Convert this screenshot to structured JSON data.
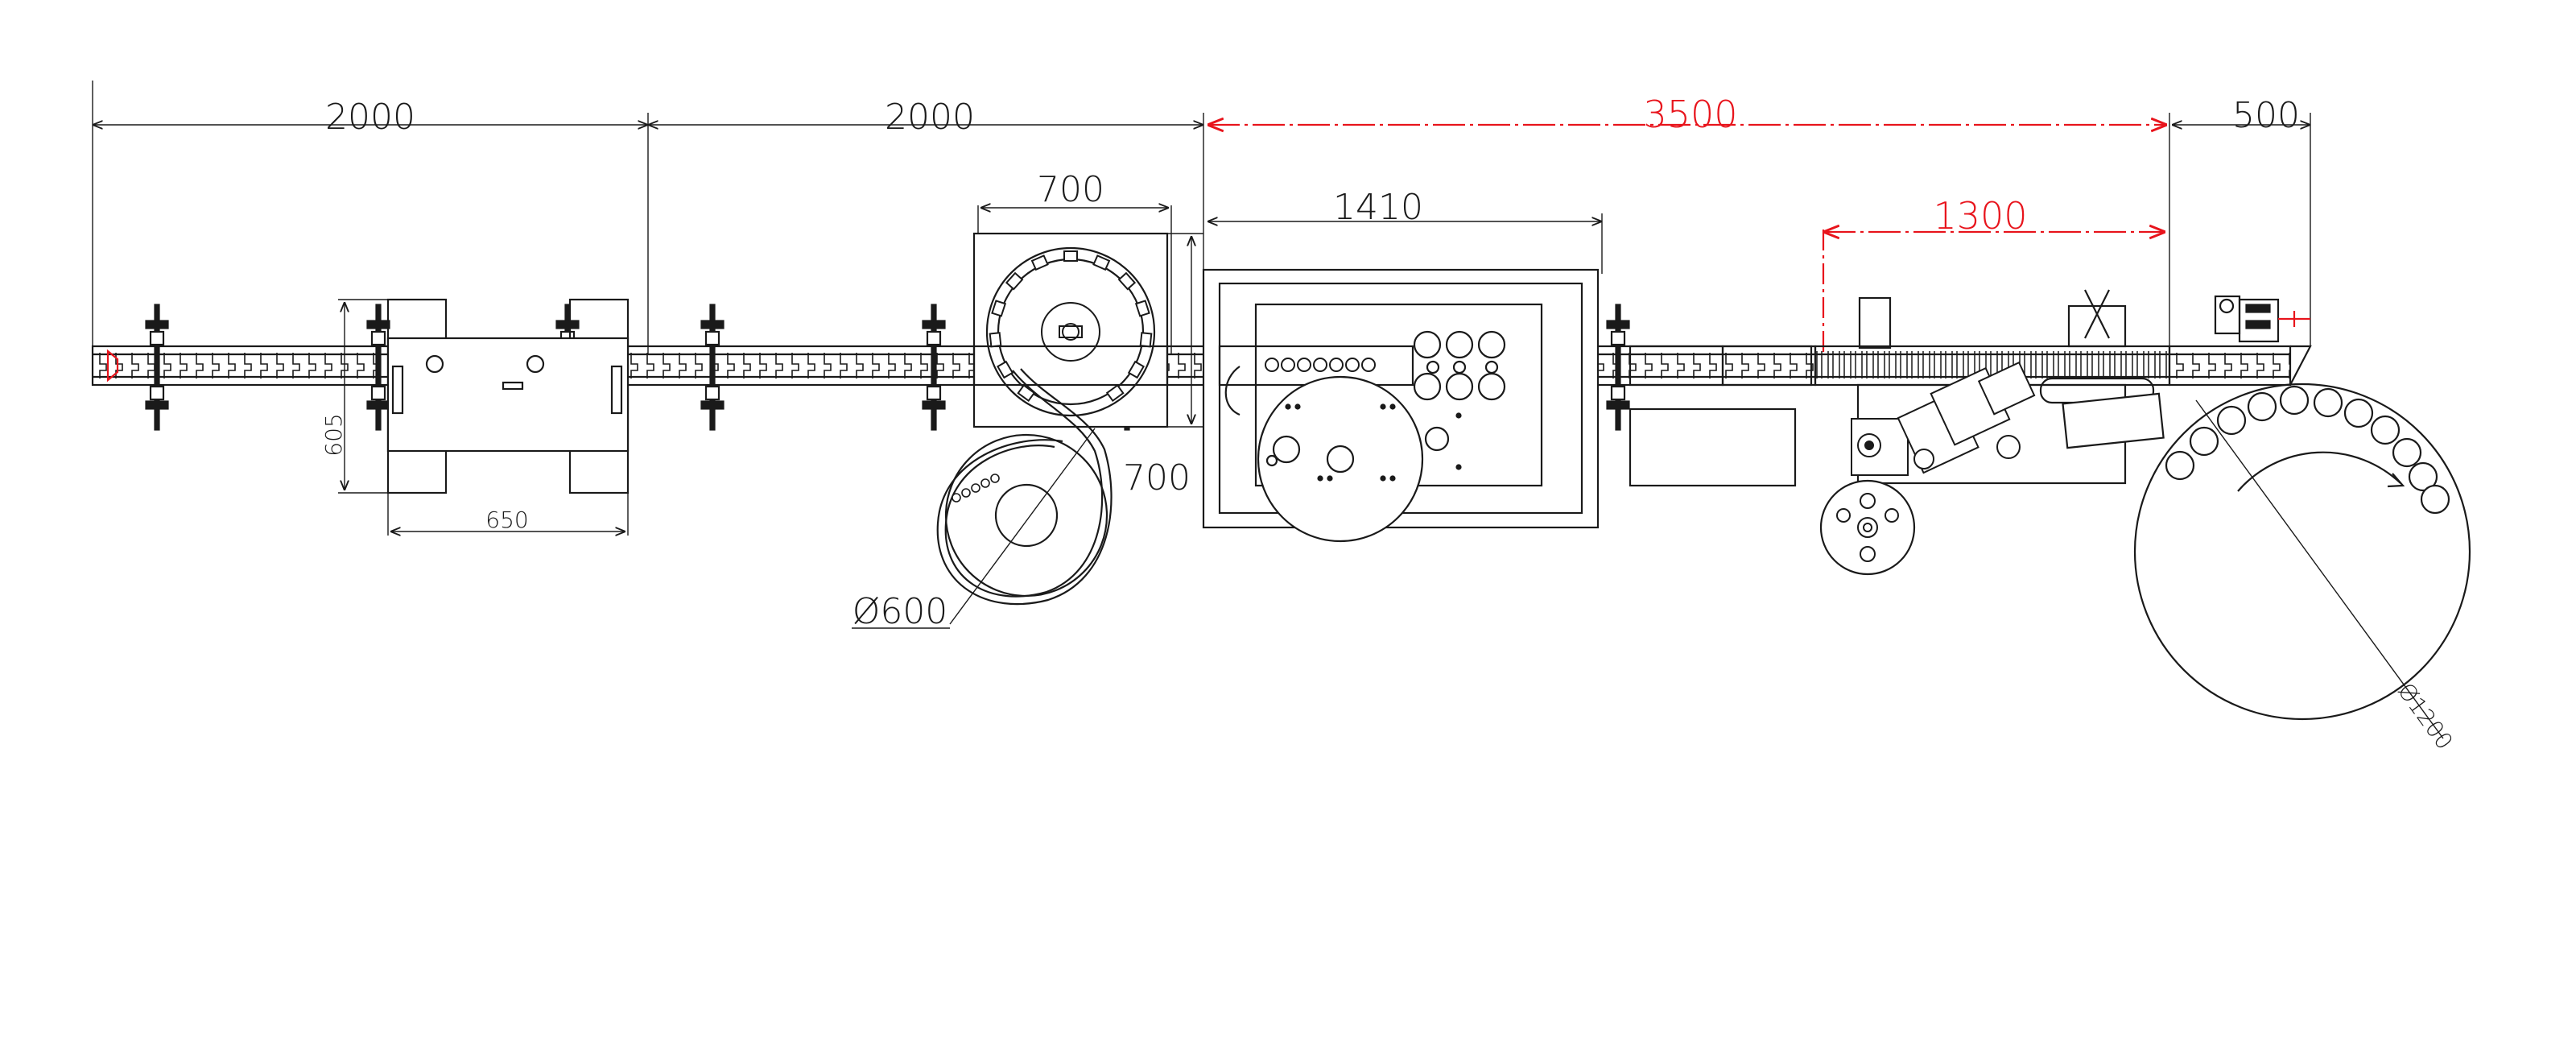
{
  "dimensions": {
    "conveyor_section_1": "2000",
    "conveyor_section_2": "2000",
    "main_section": "3500",
    "tail_section": "500",
    "cap_feeder_width": "700",
    "cap_feeder_depth": "700",
    "capping_machine_width": "1410",
    "labeling_section": "1300",
    "table_width": "650",
    "table_depth": "605",
    "cap_bowl_diameter": "Ø600",
    "turntable_diameter": "Ø1200"
  },
  "colors": {
    "line": "#1a1a1a",
    "highlight": "#e8141c",
    "background": "#ffffff"
  }
}
